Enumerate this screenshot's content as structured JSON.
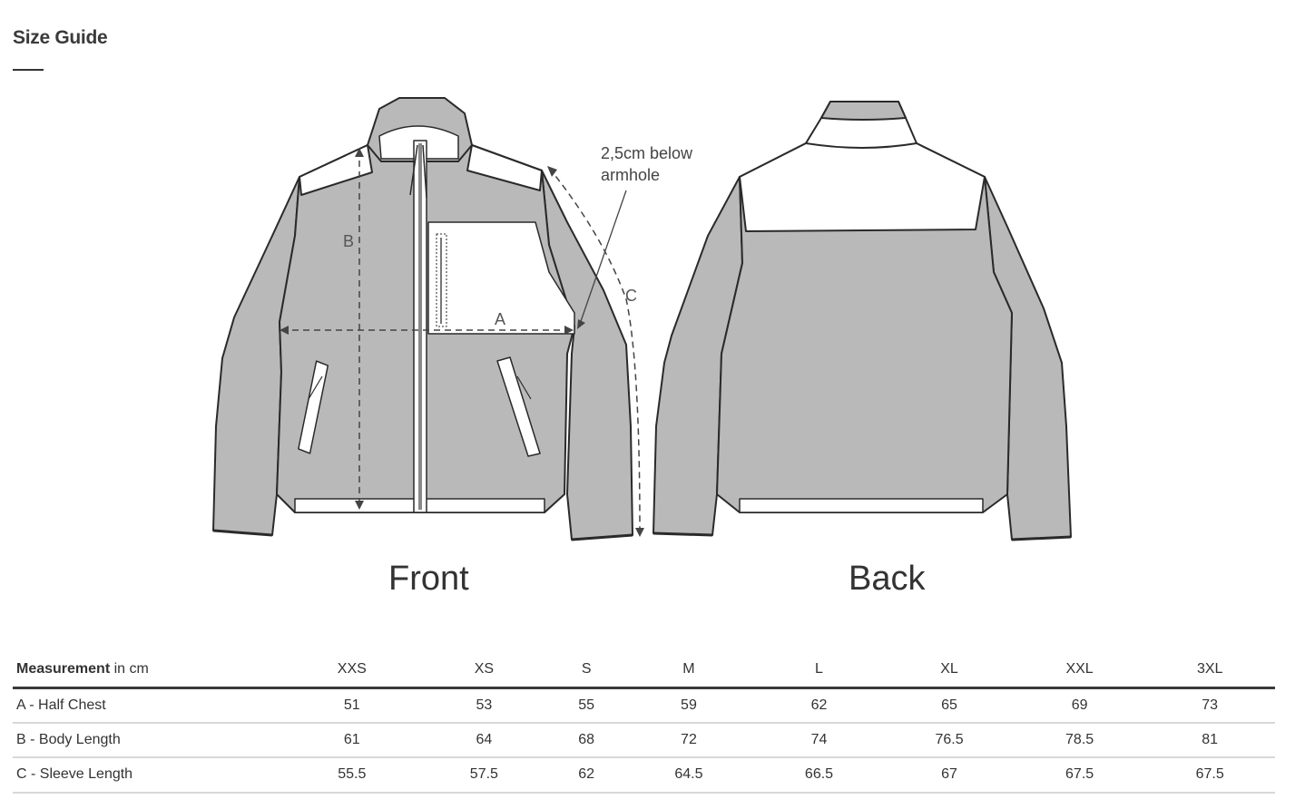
{
  "header": {
    "title": "Size Guide"
  },
  "illustration": {
    "front_label": "Front",
    "back_label": "Back",
    "annotation_armhole": "2,5cm below armhole",
    "markers": {
      "a": "A",
      "b": "B",
      "c": "C"
    },
    "colors": {
      "fleece": "#b9b9b9",
      "panel": "#ffffff",
      "outline": "#2a2a2a"
    }
  },
  "table": {
    "header_bold": "Measurement",
    "header_unit": " in cm",
    "sizes": [
      "XXS",
      "XS",
      "S",
      "M",
      "L",
      "XL",
      "XXL",
      "3XL"
    ],
    "rows": [
      {
        "label": "A - Half Chest",
        "values": [
          "51",
          "53",
          "55",
          "59",
          "62",
          "65",
          "69",
          "73"
        ]
      },
      {
        "label": "B - Body Length",
        "values": [
          "61",
          "64",
          "68",
          "72",
          "74",
          "76.5",
          "78.5",
          "81"
        ]
      },
      {
        "label": "C - Sleeve Length",
        "values": [
          "55.5",
          "57.5",
          "62",
          "64.5",
          "66.5",
          "67",
          "67.5",
          "67.5"
        ]
      }
    ]
  }
}
